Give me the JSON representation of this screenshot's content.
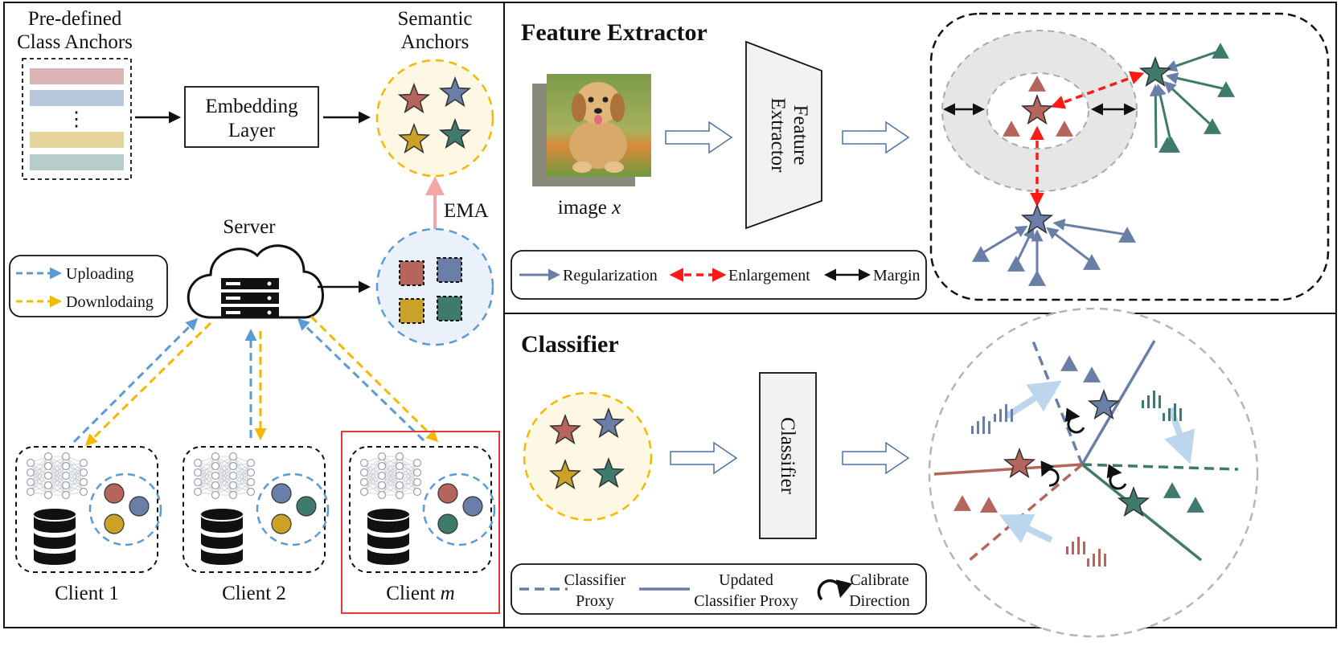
{
  "left_panel": {
    "predefined_label_1": "Pre-defined",
    "predefined_label_2": "Class Anchors",
    "ellipsis": "⋮",
    "embedding_label_1": "Embedding",
    "embedding_label_2": "Layer",
    "semantic_label_1": "Semantic",
    "semantic_label_2": "Anchors",
    "ema_label": "EMA",
    "server_label": "Server",
    "legend_uploading": "Uploading",
    "legend_downloading": "Downlodaing",
    "client_1": "Client 1",
    "client_2": "Client 2",
    "client_m_prefix": "Client ",
    "client_m_var": "m",
    "anchor_colors": [
      "#dbb4b6",
      "#b8c8dc",
      "#e6d59c",
      "#b6cdca"
    ]
  },
  "feature_panel": {
    "title": "Feature Extractor",
    "image_label_prefix": "image ",
    "image_label_var": "x",
    "extractor_label_1": "Feature",
    "extractor_label_2": "Extractor",
    "legend_regularization": "Regularization",
    "legend_enlargement": "Enlargement",
    "legend_margin": "Margin"
  },
  "classifier_panel": {
    "title": "Classifier",
    "classifier_box_label": "Classifier",
    "legend_proxy_1": "Classifier",
    "legend_proxy_2": "Proxy",
    "legend_updated_1": "Updated",
    "legend_updated_2": "Classifier Proxy",
    "legend_calibrate_1": "Calibrate",
    "legend_calibrate_2": "Direction"
  },
  "colors": {
    "red": "#b5655c",
    "blue": "#6a7fa7",
    "gold": "#c9a227",
    "teal": "#3f7b6d",
    "upload": "#5b9bd5",
    "download": "#f5b800",
    "ema": "#f4a6a6",
    "enlarge": "#ff1a1a"
  }
}
